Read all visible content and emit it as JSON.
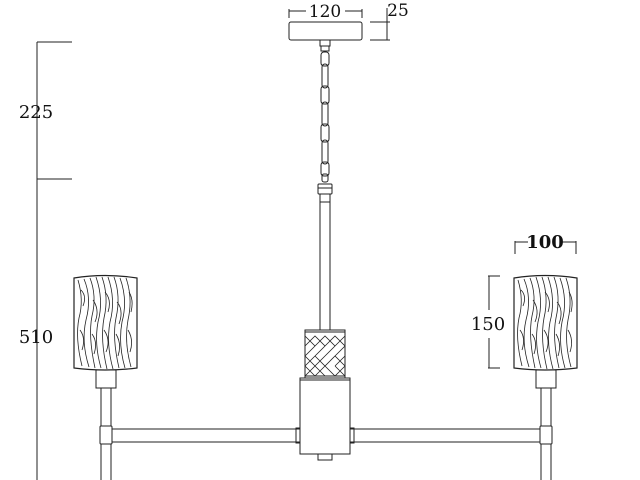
{
  "dimensions": {
    "canopy_width": "120",
    "canopy_height": "25",
    "drop_top": "225",
    "total_height": "510",
    "shade_width": "100",
    "shade_height": "150"
  },
  "colors": {
    "line": "#222222",
    "background": "#ffffff"
  }
}
